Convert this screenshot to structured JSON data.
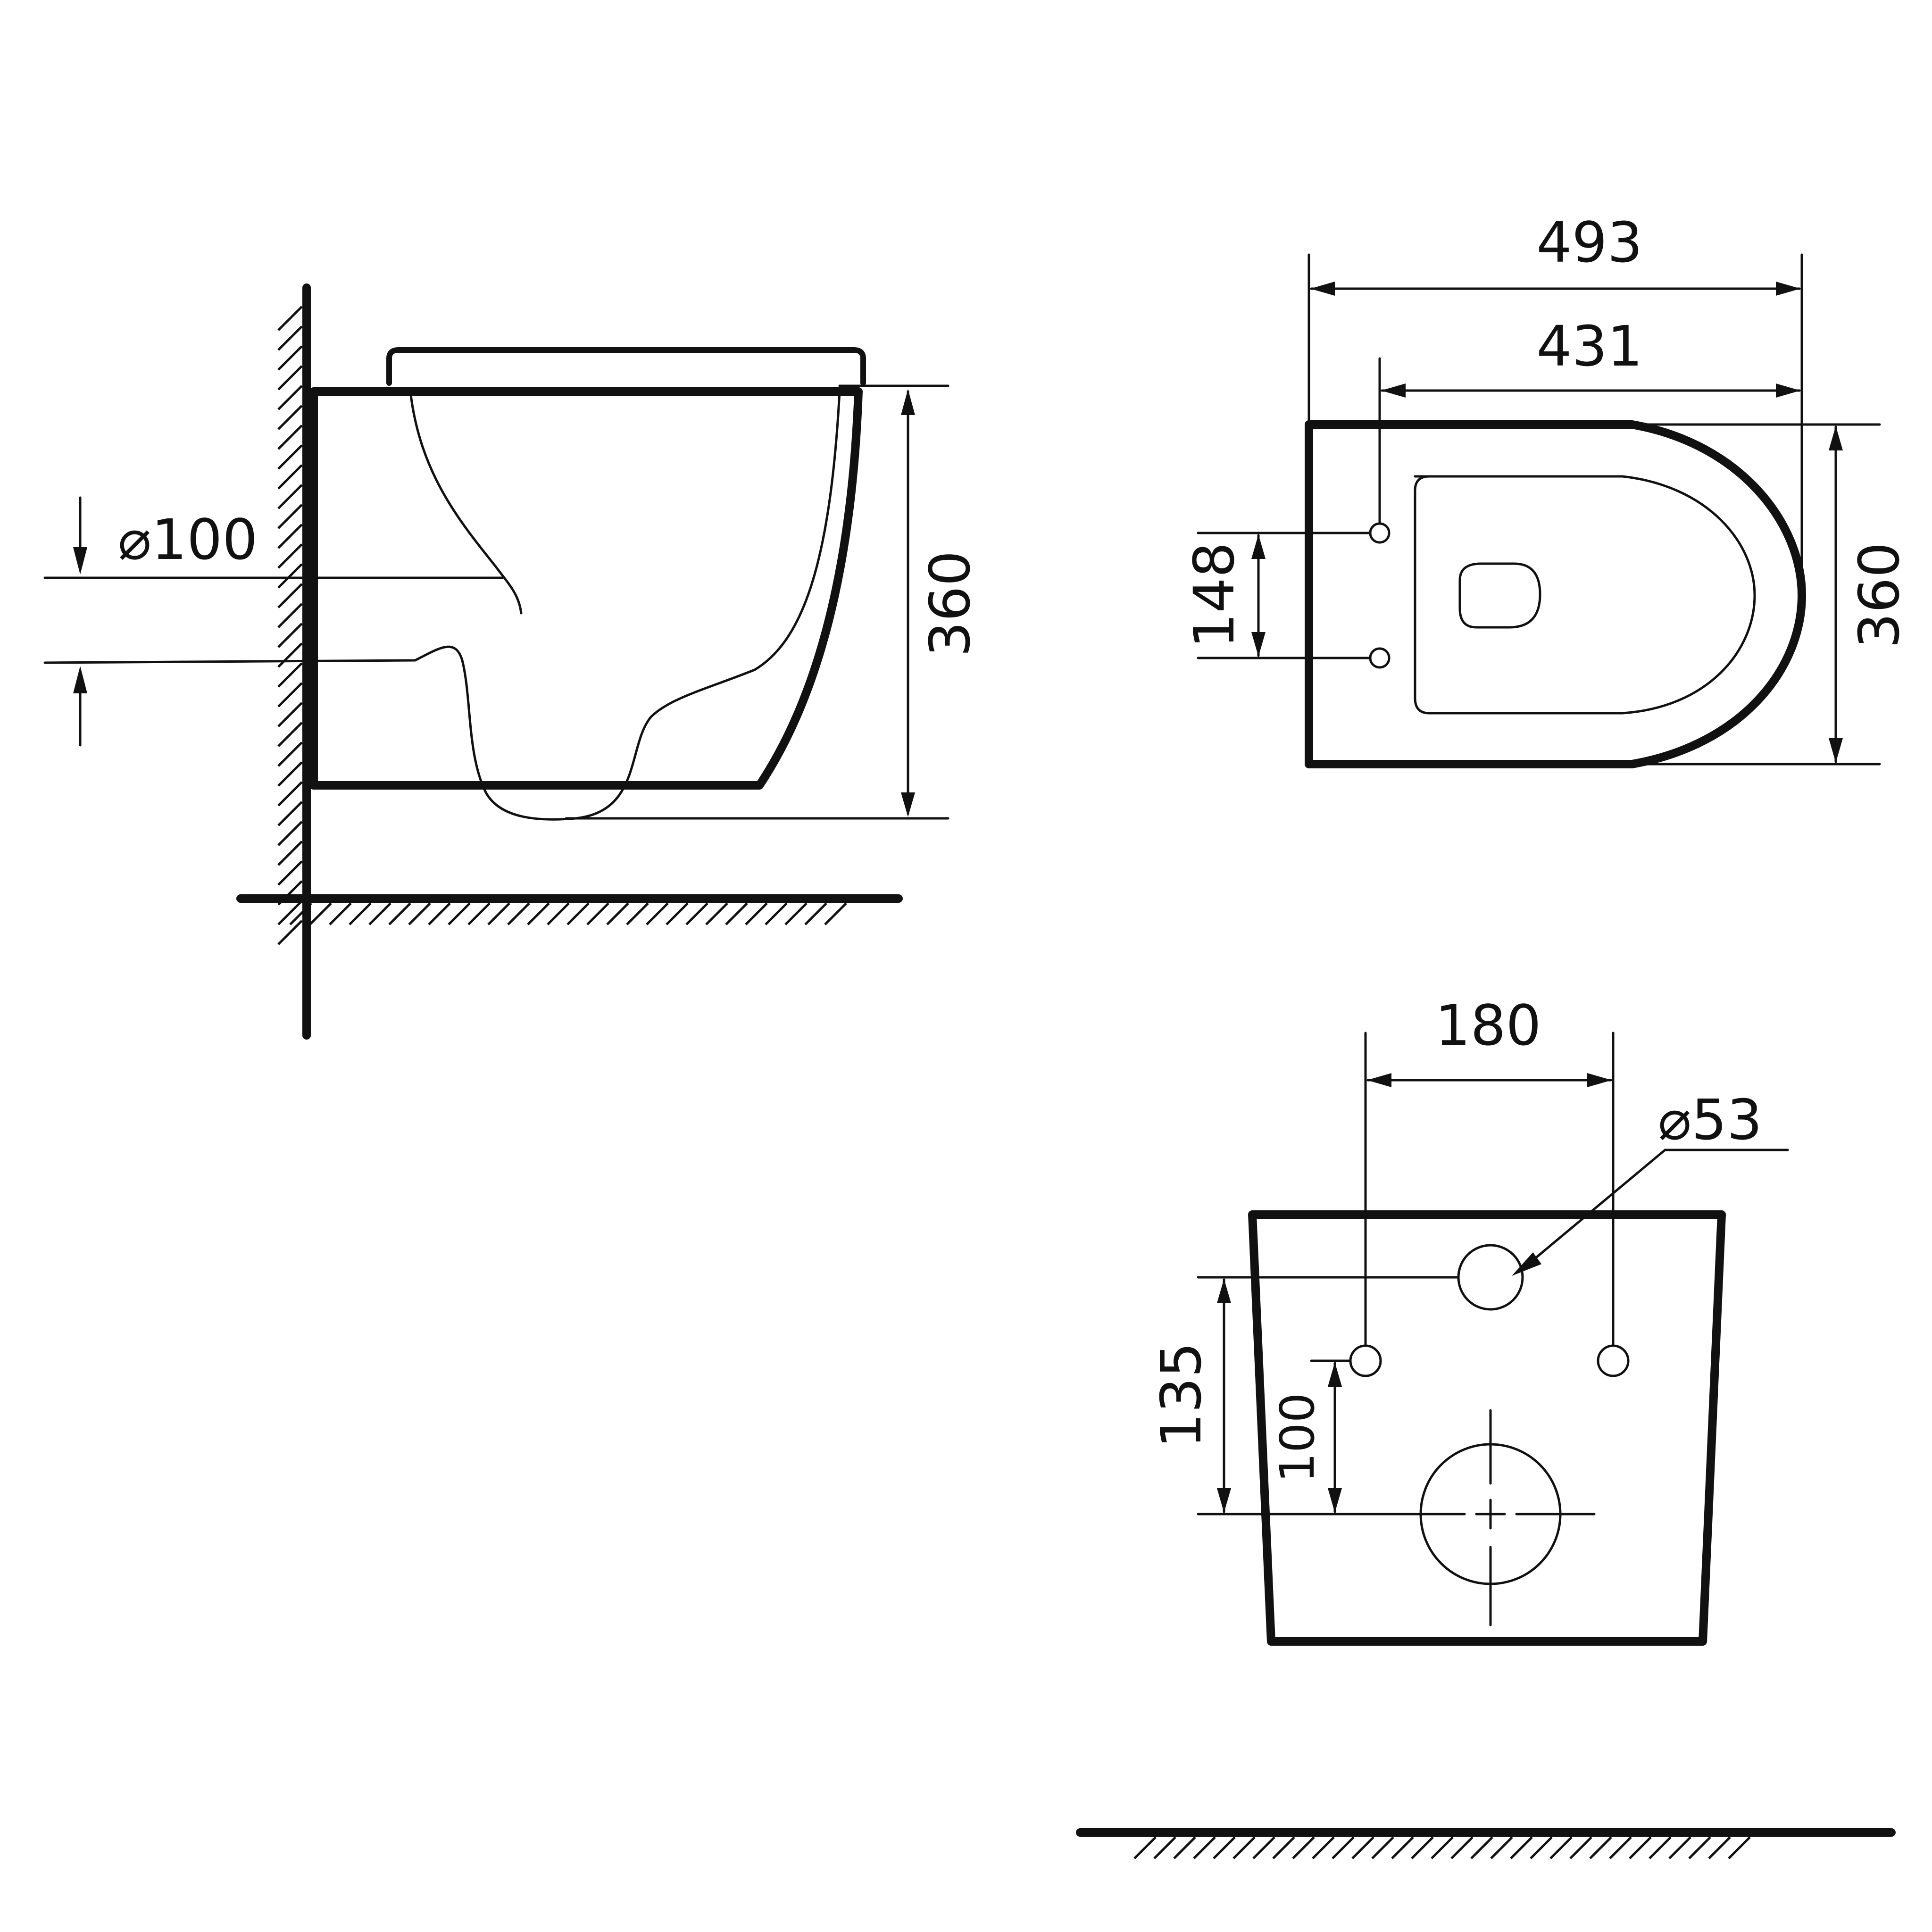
{
  "side_view": {
    "pipe_diameter": "⌀100",
    "height": "360"
  },
  "top_view": {
    "overall_length": "493",
    "fixing_length": "431",
    "fixing_spacing": "148",
    "width": "360"
  },
  "back_view": {
    "bolt_spacing": "180",
    "inlet_diameter": "⌀53",
    "inlet_height": "135",
    "bolt_height": "100"
  }
}
